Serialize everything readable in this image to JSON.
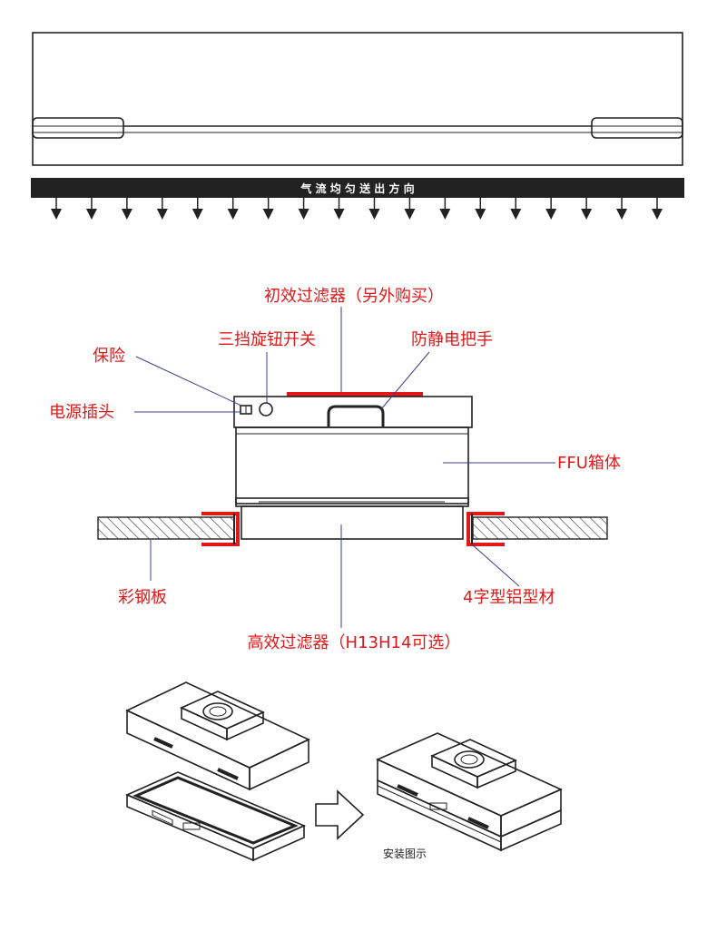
{
  "colors": {
    "label": "#e01818",
    "leader": "#3a3f8f",
    "line": "#222222",
    "bar": "#222222",
    "profile": "#e01818"
  },
  "airflow": {
    "text": "气 流 均 匀 送 出 方 向",
    "arrow_count": 18
  },
  "labels": {
    "prefilter": "初效过滤器（另外购买）",
    "knob_switch": "三挡旋钮开关",
    "antistatic_handle": "防静电把手",
    "fuse": "保险",
    "power_plug": "电源插头",
    "ffu_box": "FFU箱体",
    "color_steel_plate": "彩钢板",
    "aluminum_profile": "4字型铝型材",
    "hepa_filter": "高效过滤器（H13H14可选）"
  },
  "install": {
    "caption": "安装图示"
  }
}
